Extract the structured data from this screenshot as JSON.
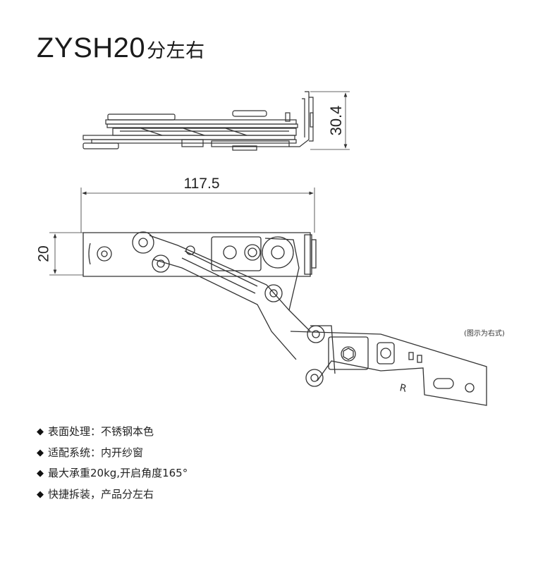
{
  "title": {
    "model": "ZYSH20",
    "suffix": "分左右"
  },
  "dimensions": {
    "height_top": "30.4",
    "width": "117.5",
    "height_side": "20"
  },
  "note": "(图示为右式)",
  "features": [
    {
      "bullet": "◆",
      "text": "表面处理：不锈钢本色"
    },
    {
      "bullet": "◆",
      "text": "适配系统：内开纱窗"
    },
    {
      "bullet": "◆",
      "text": "最大承重20kg,开启角度165°"
    },
    {
      "bullet": "◆",
      "text": "快捷拆装，产品分左右"
    }
  ],
  "colors": {
    "line": "#333333",
    "text": "#222222",
    "background": "#ffffff"
  }
}
